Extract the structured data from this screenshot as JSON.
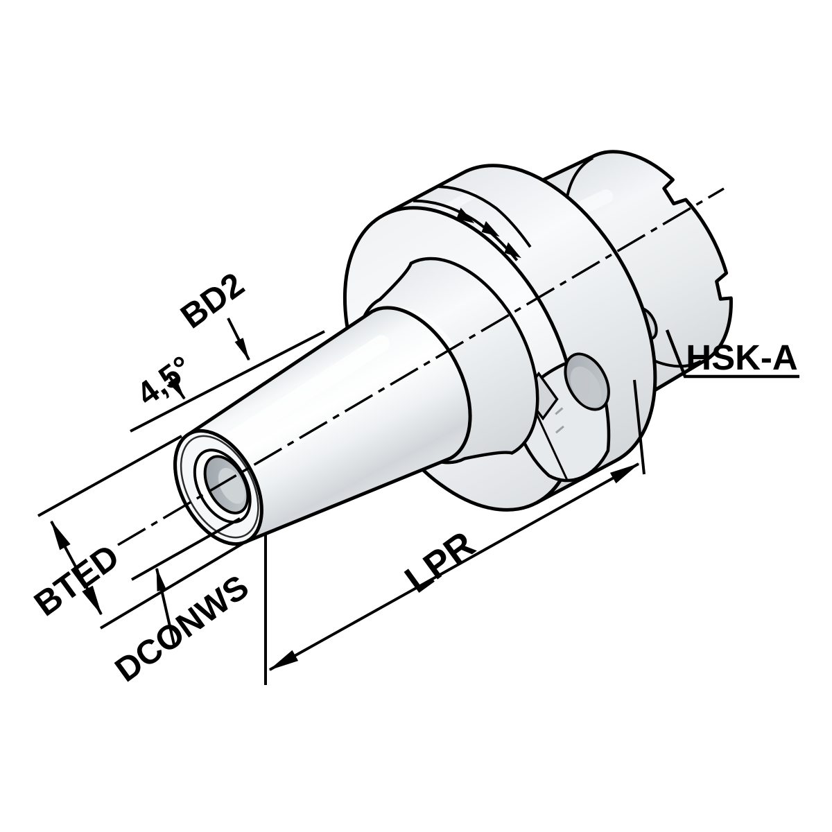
{
  "figure": {
    "labels": {
      "taper_angle": "4,5°",
      "front_diameter": "BD2",
      "shank_standard": "HSK-A",
      "body_diameter": "BTED",
      "clamping_bore_diameter": "DCONWS",
      "projection_length": "LPR"
    },
    "colors": {
      "background": "#ffffff",
      "line": "#000000",
      "body_light": "#f4f6f7",
      "body_highlight": "#ffffff",
      "body_shadow": "#d6dadd",
      "bore_gray": "#a7adb3"
    }
  }
}
